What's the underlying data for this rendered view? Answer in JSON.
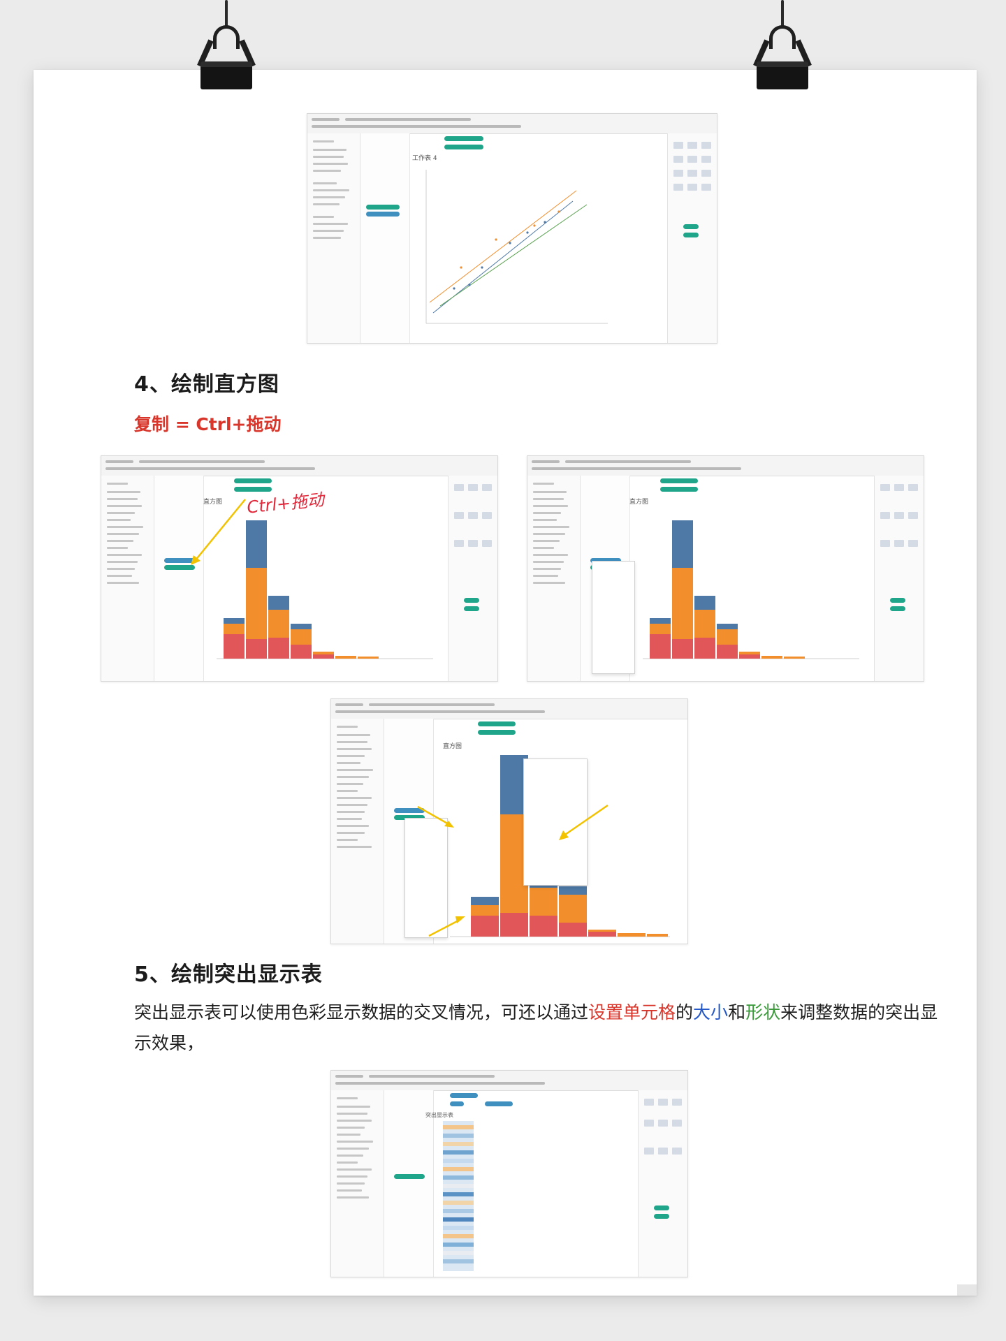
{
  "sections": {
    "histogram": {
      "heading": "4、绘制直方图",
      "note": "复制 = Ctrl+拖动",
      "handwriting": "Ctrl+拖动"
    },
    "highlight_table": {
      "heading": "5、绘制突出显示表",
      "paragraph": {
        "part1": "突出显示表可以使用色彩显示数据的交叉情况，可还以通过",
        "part2": "设置单元格",
        "part3": "的",
        "part4": "大小",
        "part5": "和",
        "part6": "形状",
        "part7": "来调整数据的突出显示效果，"
      }
    }
  },
  "screenshot_titles": {
    "scatter": "工作表 4",
    "histogram_a": "直方图",
    "histogram_b": "直方图",
    "histogram_c": "直方图",
    "highlight": "突出显示表"
  },
  "colors": {
    "accent_red": "#d9362b",
    "accent_blue": "#2458c7",
    "accent_green": "#3a9a3a",
    "bar_blue": "#4e79a7",
    "bar_orange": "#f28e2b",
    "bar_red": "#e15759",
    "pill_green": "#1fa58a",
    "arrow_yellow": "#f2c200"
  },
  "icons": [
    "binder-clip-icon",
    "arrow-icon"
  ]
}
